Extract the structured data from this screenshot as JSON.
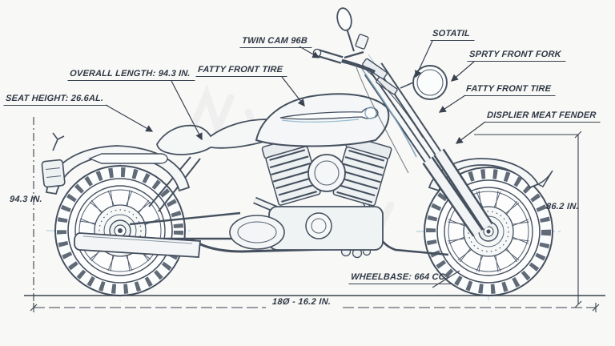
{
  "colors": {
    "background": "#f8f8f6",
    "line": "#45505f",
    "line_light": "#8a97a6",
    "accent_blue": "#96bcd2",
    "text": "#2e3744",
    "body_fill": "#f3f5f6"
  },
  "labels": {
    "twin_cam": "TWIN CAM 96B",
    "sotatil": "SOTATIL",
    "sprty_front_fork": "SPRTY FRONT FORK",
    "overall_length": "OVERALL LENGTH: 94.3 IN.",
    "fatty_front_tire_left": "FATTY FRONT TIRE",
    "fatty_front_tire_right": "FATTY FRONT TIRE",
    "seat_height": "SEAT HEIGHT: 26.6AL.",
    "displier_meat_fender": "DISPLIER MEAT FENDER",
    "wheelbase": "WHEELBASE: 664 CC."
  },
  "dimensions": {
    "left_height": "94.3 IN.",
    "right_height": "86.2 IN.",
    "bottom_length": "18Ø - 16.2 IN."
  }
}
